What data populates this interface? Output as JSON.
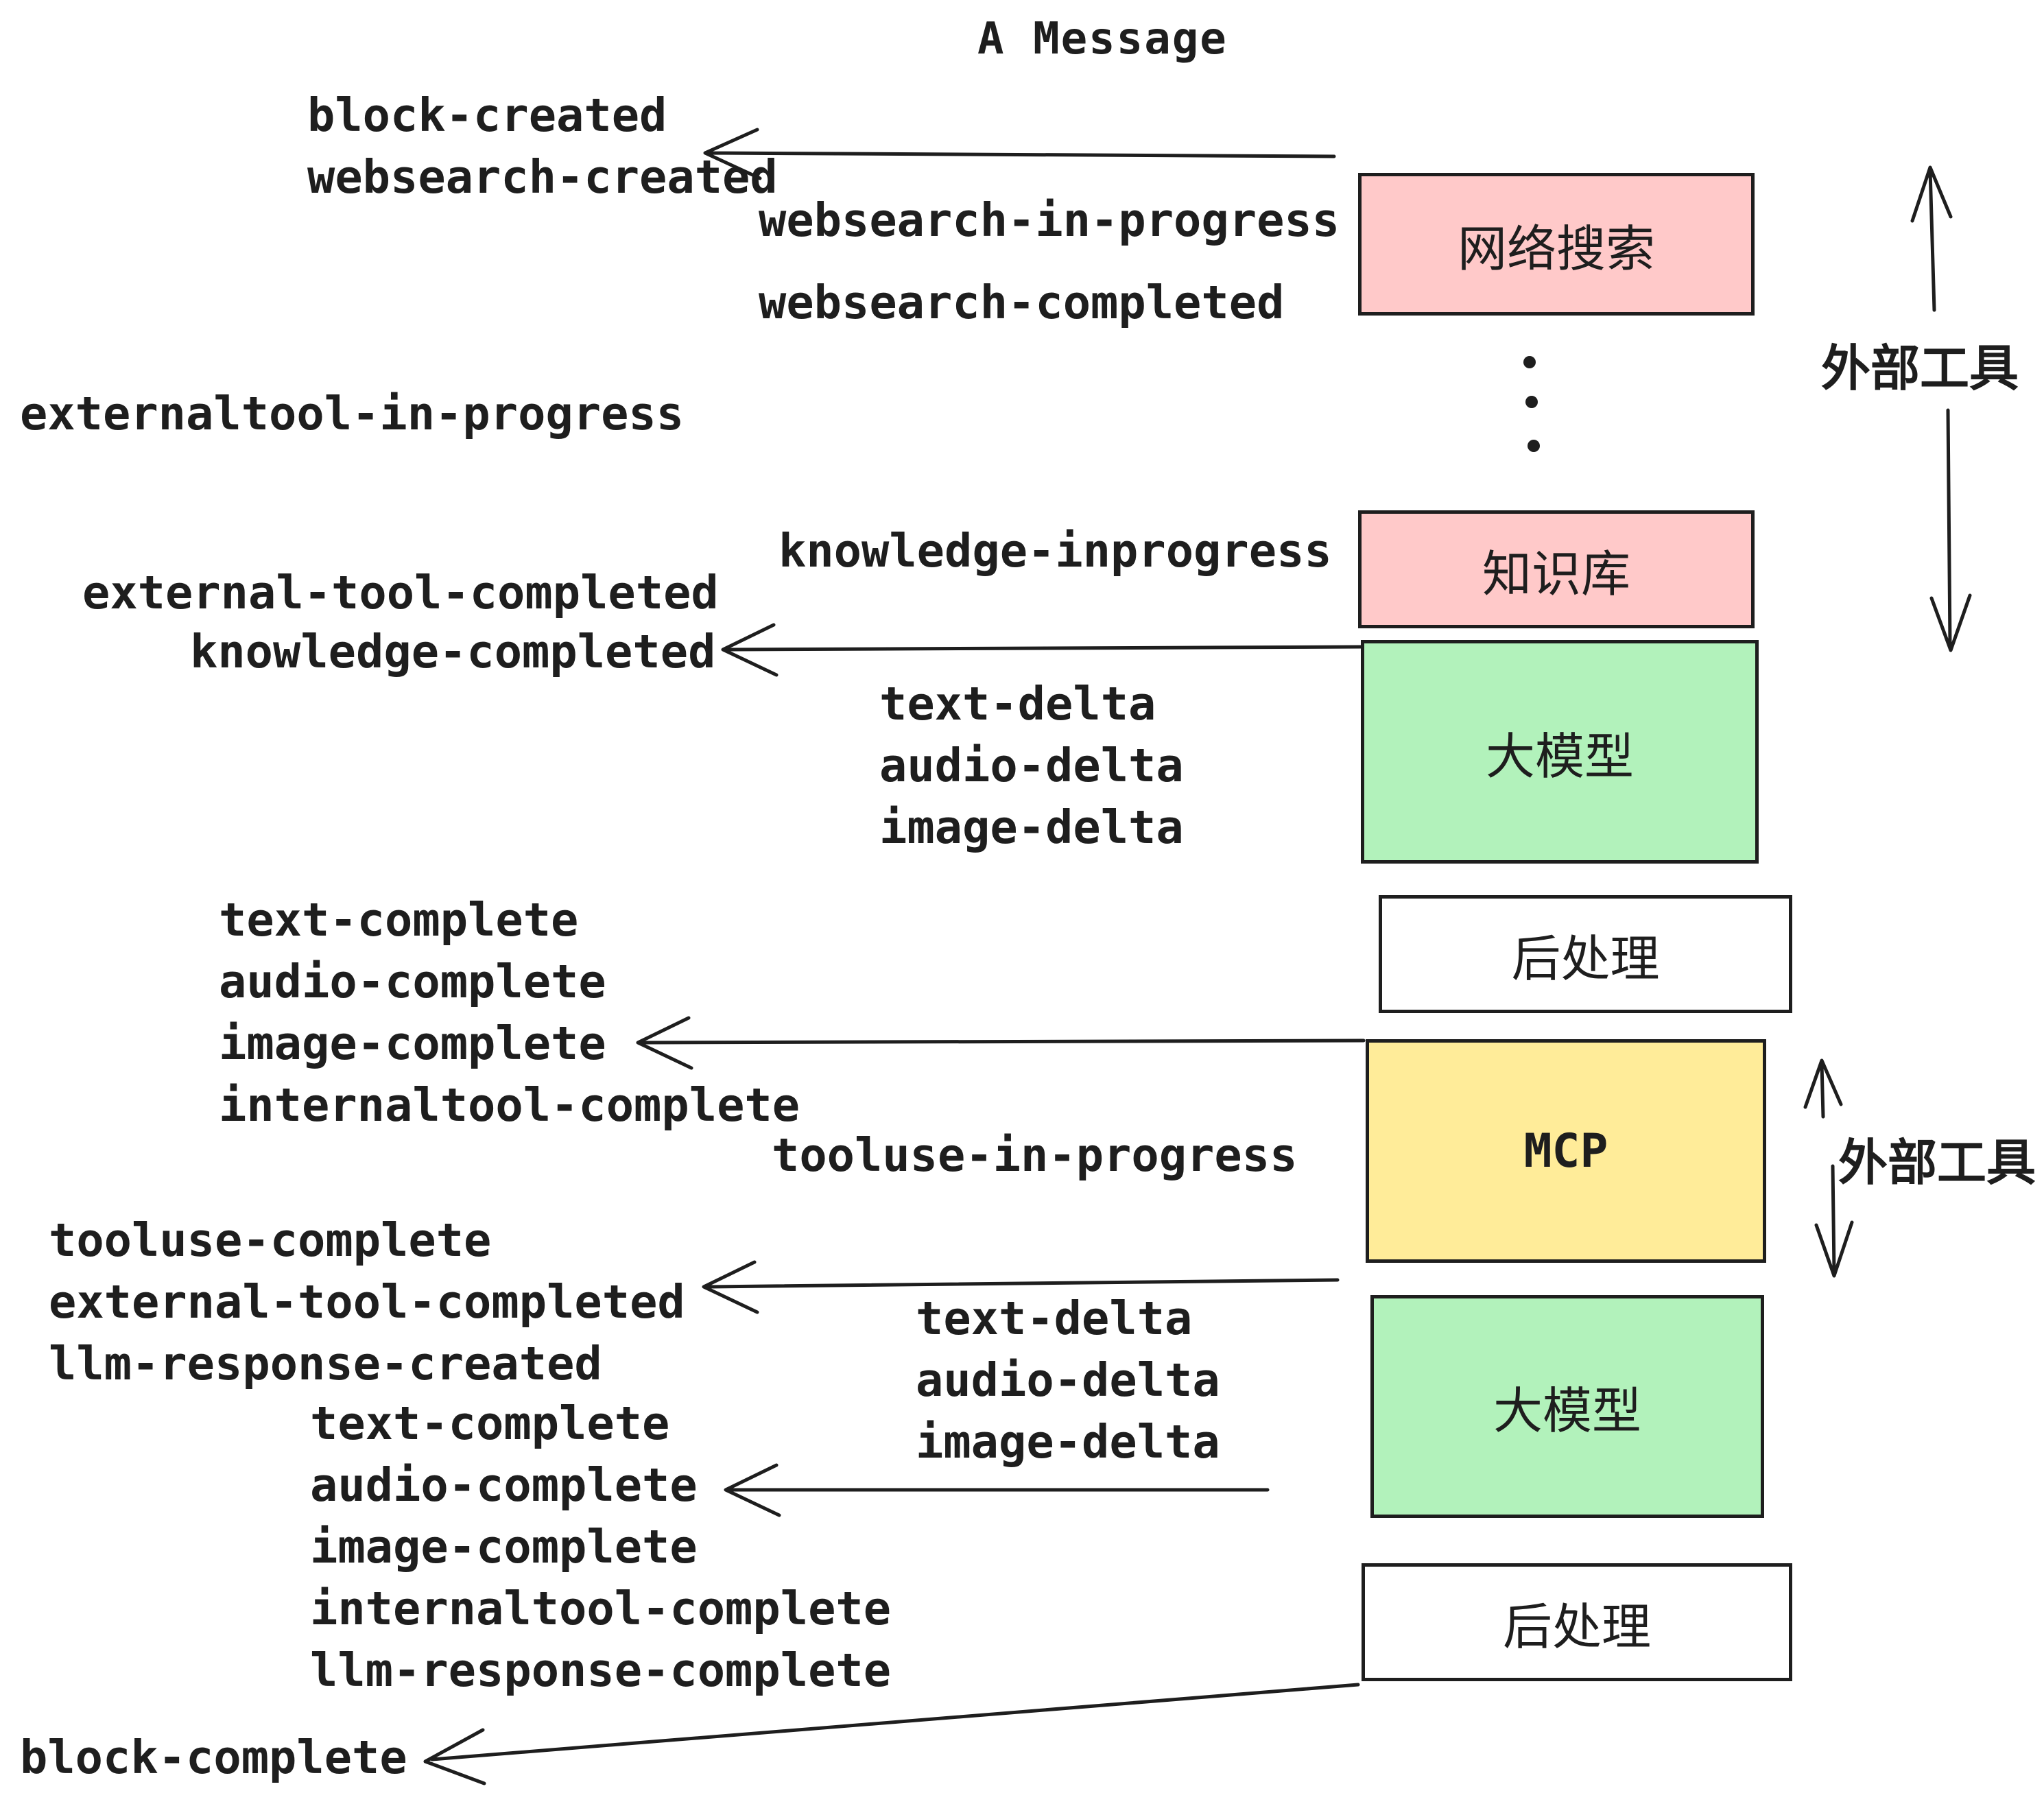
{
  "title": "A Message",
  "colors": {
    "pink": "#ffc9c9",
    "green": "#b2f2bb",
    "yellow": "#ffec99",
    "white": "#ffffff",
    "ink": "#1e1e1e"
  },
  "boxes": {
    "websearch": {
      "label": "网络搜索"
    },
    "knowledge": {
      "label": "知识库"
    },
    "llm_top": {
      "label": "大模型"
    },
    "post_top": {
      "label": "后处理"
    },
    "mcp": {
      "label": "MCP"
    },
    "llm_bottom": {
      "label": "大模型"
    },
    "post_bottom": {
      "label": "后处理"
    }
  },
  "side_labels": {
    "external_tools_top": "外部工具",
    "external_tools_bottom": "外部工具"
  },
  "events": {
    "block_websearch_created": "block-created\nwebsearch-created",
    "websearch_in_progress": "websearch-in-progress",
    "websearch_completed": "websearch-completed",
    "externaltool_in_progress": "externaltool-in-progress",
    "knowledge_inprogress": "knowledge-inprogress",
    "external_tool_completed": "external-tool-completed",
    "knowledge_completed": "knowledge-completed",
    "delta_top": "text-delta\naudio-delta\nimage-delta",
    "complete_top": "text-complete\naudio-complete\nimage-complete\ninternaltool-complete",
    "tooluse_in_progress": "tooluse-in-progress",
    "tooluse_complete_group": "tooluse-complete\nexternal-tool-completed\nllm-response-created",
    "delta_bottom": "text-delta\naudio-delta\nimage-delta",
    "complete_bottom": "text-complete\naudio-complete\nimage-complete\ninternaltool-complete\nllm-response-complete",
    "block_complete": "block-complete"
  }
}
